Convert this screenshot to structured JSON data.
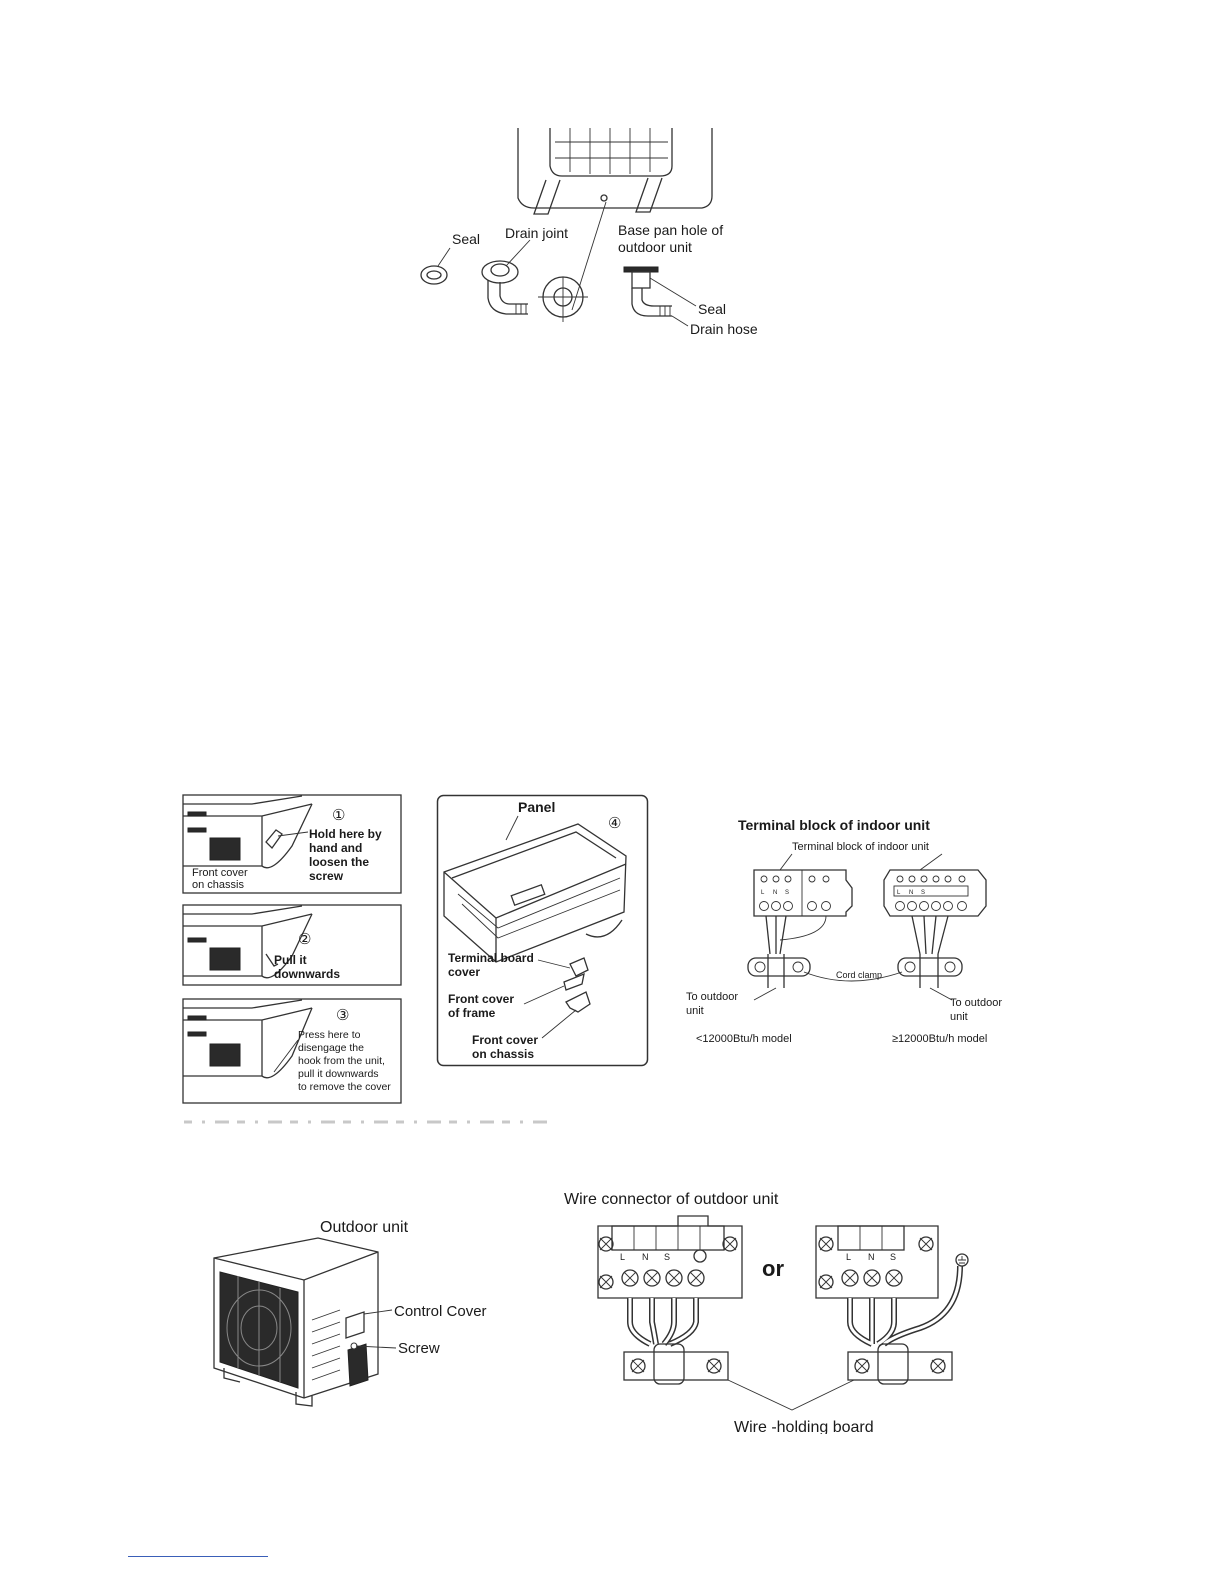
{
  "fig1": {
    "labels": {
      "seal_left": "Seal",
      "drain_joint": "Drain joint",
      "base_pan_line1": "Base pan hole of",
      "base_pan_line2": "outdoor unit",
      "seal_right": "Seal",
      "drain_hose": "Drain hose"
    }
  },
  "fig2": {
    "step1": {
      "number": "①",
      "text": [
        "Hold here by",
        "hand and",
        "loosen the",
        "screw"
      ],
      "caption": [
        "Front cover",
        "on chassis"
      ]
    },
    "step2": {
      "number": "②",
      "text": [
        "Pull it",
        "downwards"
      ]
    },
    "step3": {
      "number": "③",
      "text": [
        "Press here to",
        "disengage the",
        "hook from the unit,",
        "pull it downwards",
        "to remove the cover"
      ]
    },
    "step4": {
      "number": "④",
      "panel": "Panel",
      "terminal_board": [
        "Terminal board",
        "cover"
      ],
      "front_frame": [
        "Front cover",
        "of frame"
      ],
      "front_chassis": [
        "Front cover",
        "on chassis"
      ]
    }
  },
  "fig3": {
    "title": "Terminal block of indoor unit",
    "subtitle": "Terminal block of indoor unit",
    "cord_clamp": "Cord clamp",
    "to_outdoor_left": [
      "To outdoor",
      "unit"
    ],
    "to_outdoor_right": [
      "To outdoor",
      "unit"
    ],
    "model_left": "<12000Btu/h  model",
    "model_right": "≥12000Btu/h model",
    "terminals": [
      "L",
      "N",
      "S"
    ]
  },
  "fig4": {
    "title": "Outdoor unit",
    "control_cover": "Control Cover",
    "screw": "Screw"
  },
  "fig5": {
    "title": "Wire connector of outdoor unit",
    "or": "or",
    "holding_board": "Wire -holding board",
    "terminals": [
      "L",
      "N",
      "S"
    ]
  }
}
